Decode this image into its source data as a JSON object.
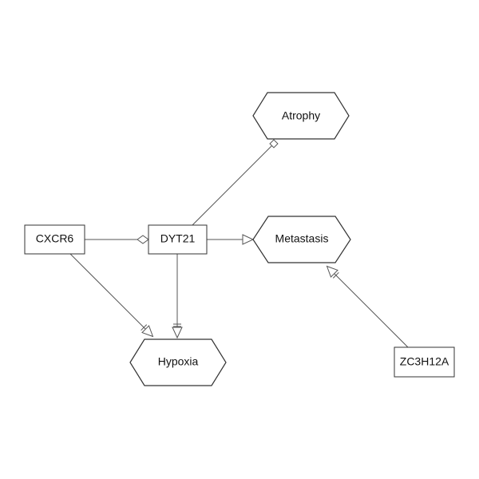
{
  "nodes": {
    "atrophy": {
      "label": "Atrophy",
      "shape": "hexagon"
    },
    "metastasis": {
      "label": "Metastasis",
      "shape": "hexagon"
    },
    "hypoxia": {
      "label": "Hypoxia",
      "shape": "hexagon"
    },
    "cxcr6": {
      "label": "CXCR6",
      "shape": "rectangle"
    },
    "dyt21": {
      "label": "DYT21",
      "shape": "rectangle"
    },
    "zc3h12a": {
      "label": "ZC3H12A",
      "shape": "rectangle"
    }
  },
  "edges": [
    {
      "from": "cxcr6",
      "to": "dyt21",
      "arrowhead": "open-diamond"
    },
    {
      "from": "dyt21",
      "to": "atrophy",
      "arrowhead": "open-square"
    },
    {
      "from": "dyt21",
      "to": "metastasis",
      "arrowhead": "open-triangle"
    },
    {
      "from": "dyt21",
      "to": "hypoxia",
      "arrowhead": "bar-open-triangle"
    },
    {
      "from": "cxcr6",
      "to": "hypoxia",
      "arrowhead": "bar-open-triangle"
    },
    {
      "from": "zc3h12a",
      "to": "metastasis",
      "arrowhead": "bar-open-triangle"
    }
  ],
  "colors": {
    "stroke": "#333333",
    "edge": "#555555",
    "fill": "#ffffff",
    "text": "#111111"
  }
}
